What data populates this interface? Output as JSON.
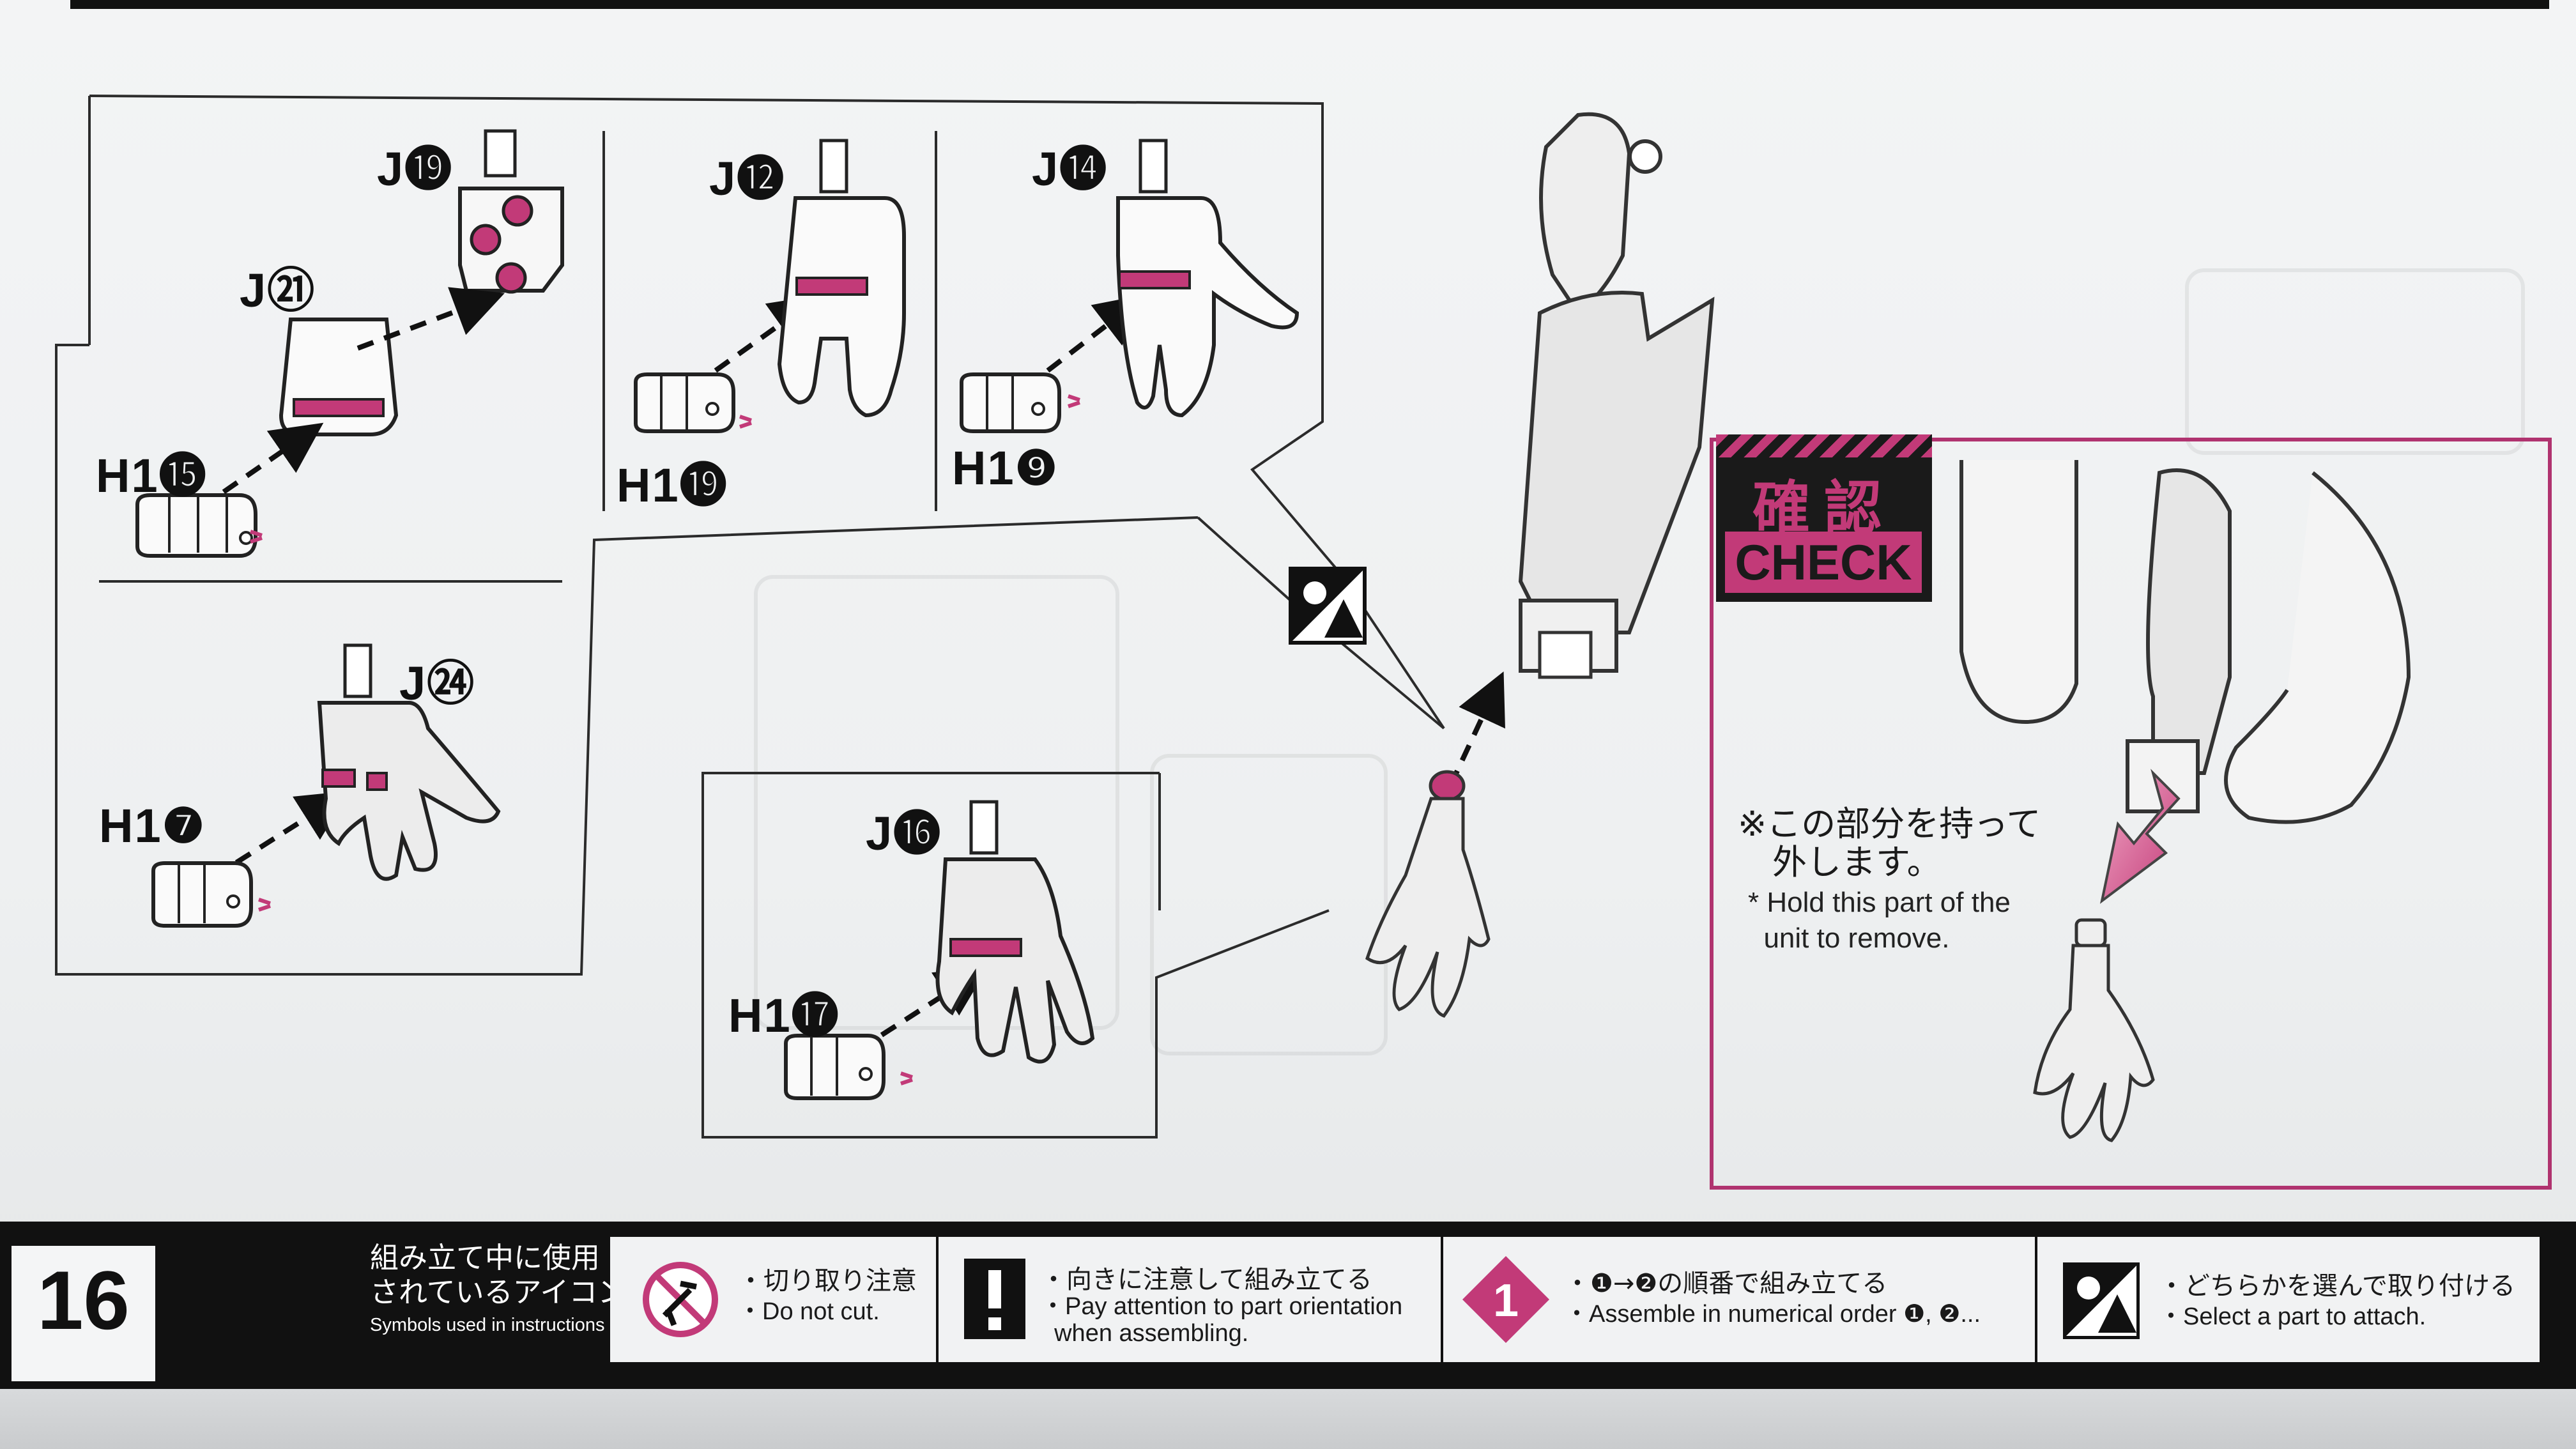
{
  "part_labels": {
    "j19": "J⓳",
    "j21": "J㉑",
    "h1_15": "H1⓯",
    "j12": "J⓬",
    "h1_19": "H1⓳",
    "j14": "J⓮",
    "h1_9": "H1❾",
    "j24": "J㉔",
    "h1_7": "H1❼",
    "j16": "J⓰",
    "h1_17": "H1⓱"
  },
  "check_panel": {
    "title_jp": "確認",
    "title_en": "CHECK",
    "note_jp": "※この部分を持って\n　外します。",
    "note_en": "* Hold this part of the\n  unit to remove."
  },
  "footer": {
    "page_number": "16",
    "legend_title_jp": "組み立て中に使用\nされているアイコン",
    "legend_title_en": "Symbols used in instructions",
    "items": [
      {
        "jp": "・切り取り注意",
        "en": "・Do not cut.",
        "icon": "no-cut-icon"
      },
      {
        "jp": "・向きに注意して組み立てる",
        "en": "・Pay attention to part orientation\n  when assembling.",
        "icon": "exclamation-icon"
      },
      {
        "jp": "・❶→❷の順番で組み立てる",
        "en": "・Assemble in numerical order ❶, ❷...",
        "icon": "step-one-icon"
      },
      {
        "jp": "・どちらかを選んで取り付ける",
        "en": "・Select a part to attach.",
        "icon": "choice-icon"
      }
    ]
  },
  "colors": {
    "accent": "#c23a78",
    "ink": "#1a1a1a",
    "paper": "#f1f2f3"
  }
}
